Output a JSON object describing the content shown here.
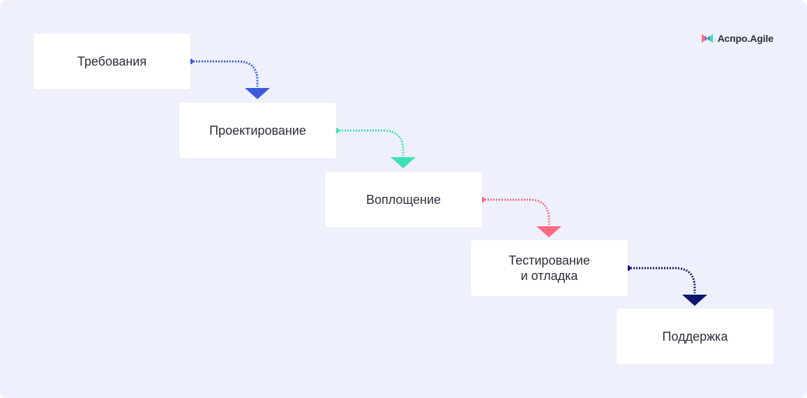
{
  "brand": {
    "name": "Аспро.Agile",
    "logo_icon": "aspro-logo-icon",
    "logo_colors": [
      "#ff6b81",
      "#3ee0b6",
      "#3a5bd9"
    ]
  },
  "stages": [
    {
      "label": "Требования",
      "connector_color": "#3a5bd9"
    },
    {
      "label": "Проектирование",
      "connector_color": "#3ee0b6"
    },
    {
      "label": "Воплощение",
      "connector_color": "#ff6b81"
    },
    {
      "label": "Тестирование\nи отладка",
      "connector_color": "#0e1570"
    },
    {
      "label": "Поддержка"
    }
  ],
  "colors": {
    "background": "#eef0fb",
    "card": "#ffffff",
    "text": "#2b2f3a"
  }
}
